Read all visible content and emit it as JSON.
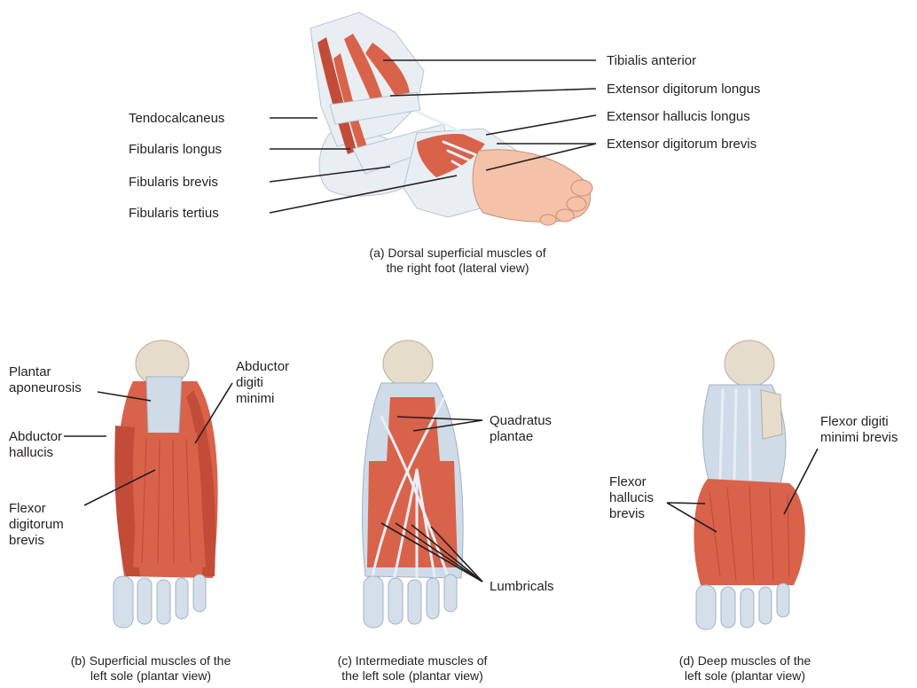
{
  "panel_a": {
    "caption_line1": "(a) Dorsal superficial muscles of",
    "caption_line2": "the right foot (lateral view)",
    "labels": {
      "tibialis_anterior": "Tibialis anterior",
      "extensor_digitorum_longus": "Extensor digitorum longus",
      "extensor_hallucis_longus": "Extensor hallucis longus",
      "extensor_digitorum_brevis": "Extensor digitorum brevis",
      "tendocalcaneus": "Tendocalcaneus",
      "fibularis_longus": "Fibularis longus",
      "fibularis_brevis": "Fibularis brevis",
      "fibularis_tertius": "Fibularis tertius"
    }
  },
  "panel_b": {
    "caption_line1": "(b) Superficial muscles of the",
    "caption_line2": "left sole (plantar view)",
    "labels": {
      "plantar_aponeurosis_1": "Plantar",
      "plantar_aponeurosis_2": "aponeurosis",
      "abductor_hallucis_1": "Abductor",
      "abductor_hallucis_2": "hallucis",
      "flexor_digitorum_brevis_1": "Flexor",
      "flexor_digitorum_brevis_2": "digitorum",
      "flexor_digitorum_brevis_3": "brevis",
      "abductor_digiti_minimi_1": "Abductor",
      "abductor_digiti_minimi_2": "digiti",
      "abductor_digiti_minimi_3": "minimi"
    }
  },
  "panel_c": {
    "caption_line1": "(c) Intermediate muscles of",
    "caption_line2": "the left sole (plantar view)",
    "labels": {
      "quadratus_plantae_1": "Quadratus",
      "quadratus_plantae_2": "plantae",
      "lumbricals": "Lumbricals"
    }
  },
  "panel_d": {
    "caption_line1": "(d) Deep muscles of the",
    "caption_line2": "left sole (plantar view)",
    "labels": {
      "flexor_digiti_minimi_brevis_1": "Flexor digiti",
      "flexor_digiti_minimi_brevis_2": "minimi brevis",
      "flexor_hallucis_brevis_1": "Flexor",
      "flexor_hallucis_brevis_2": "hallucis",
      "flexor_hallucis_brevis_3": "brevis"
    }
  },
  "colors": {
    "muscle": "#d9624a",
    "tendon": "#cfdbe6",
    "bone": "#e6dccb",
    "skin": "#f3c2a8",
    "text": "#231f20"
  }
}
